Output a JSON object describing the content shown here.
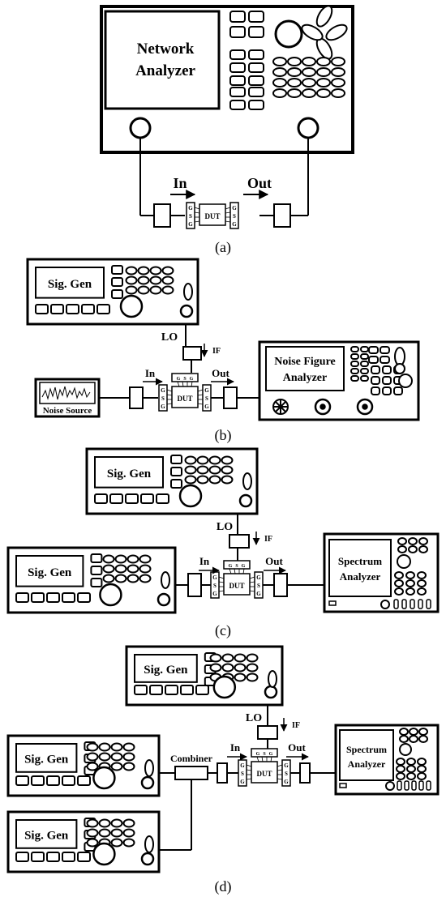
{
  "panels": {
    "a": {
      "caption": "(a)",
      "network_analyzer": {
        "line1": "Network",
        "line2": "Analyzer"
      },
      "in_label": "In",
      "out_label": "Out"
    },
    "b": {
      "caption": "(b)",
      "sig_gen": "Sig. Gen",
      "lo_label": "LO",
      "if_label": "IF",
      "in_label": "In",
      "out_label": "Out",
      "noise_source": "Noise Source",
      "nfa": {
        "line1": "Noise Figure",
        "line2": "Analyzer"
      }
    },
    "c": {
      "caption": "(c)",
      "sig_gen_lo": "Sig. Gen",
      "sig_gen_rf": "Sig. Gen",
      "lo_label": "LO",
      "if_label": "IF",
      "in_label": "In",
      "out_label": "Out",
      "spectrum": {
        "line1": "Spectrum",
        "line2": "Analyzer"
      }
    },
    "d": {
      "caption": "(d)",
      "sig_gen_lo": "Sig. Gen",
      "sig_gen_1": "Sig. Gen",
      "sig_gen_2": "Sig. Gen",
      "combiner": "Combiner",
      "lo_label": "LO",
      "if_label": "IF",
      "in_label": "In",
      "out_label": "Out",
      "spectrum": {
        "line1": "Spectrum",
        "line2": "Analyzer"
      }
    }
  },
  "dut": {
    "label": "DUT",
    "probe_g": "G",
    "probe_s": "S"
  }
}
